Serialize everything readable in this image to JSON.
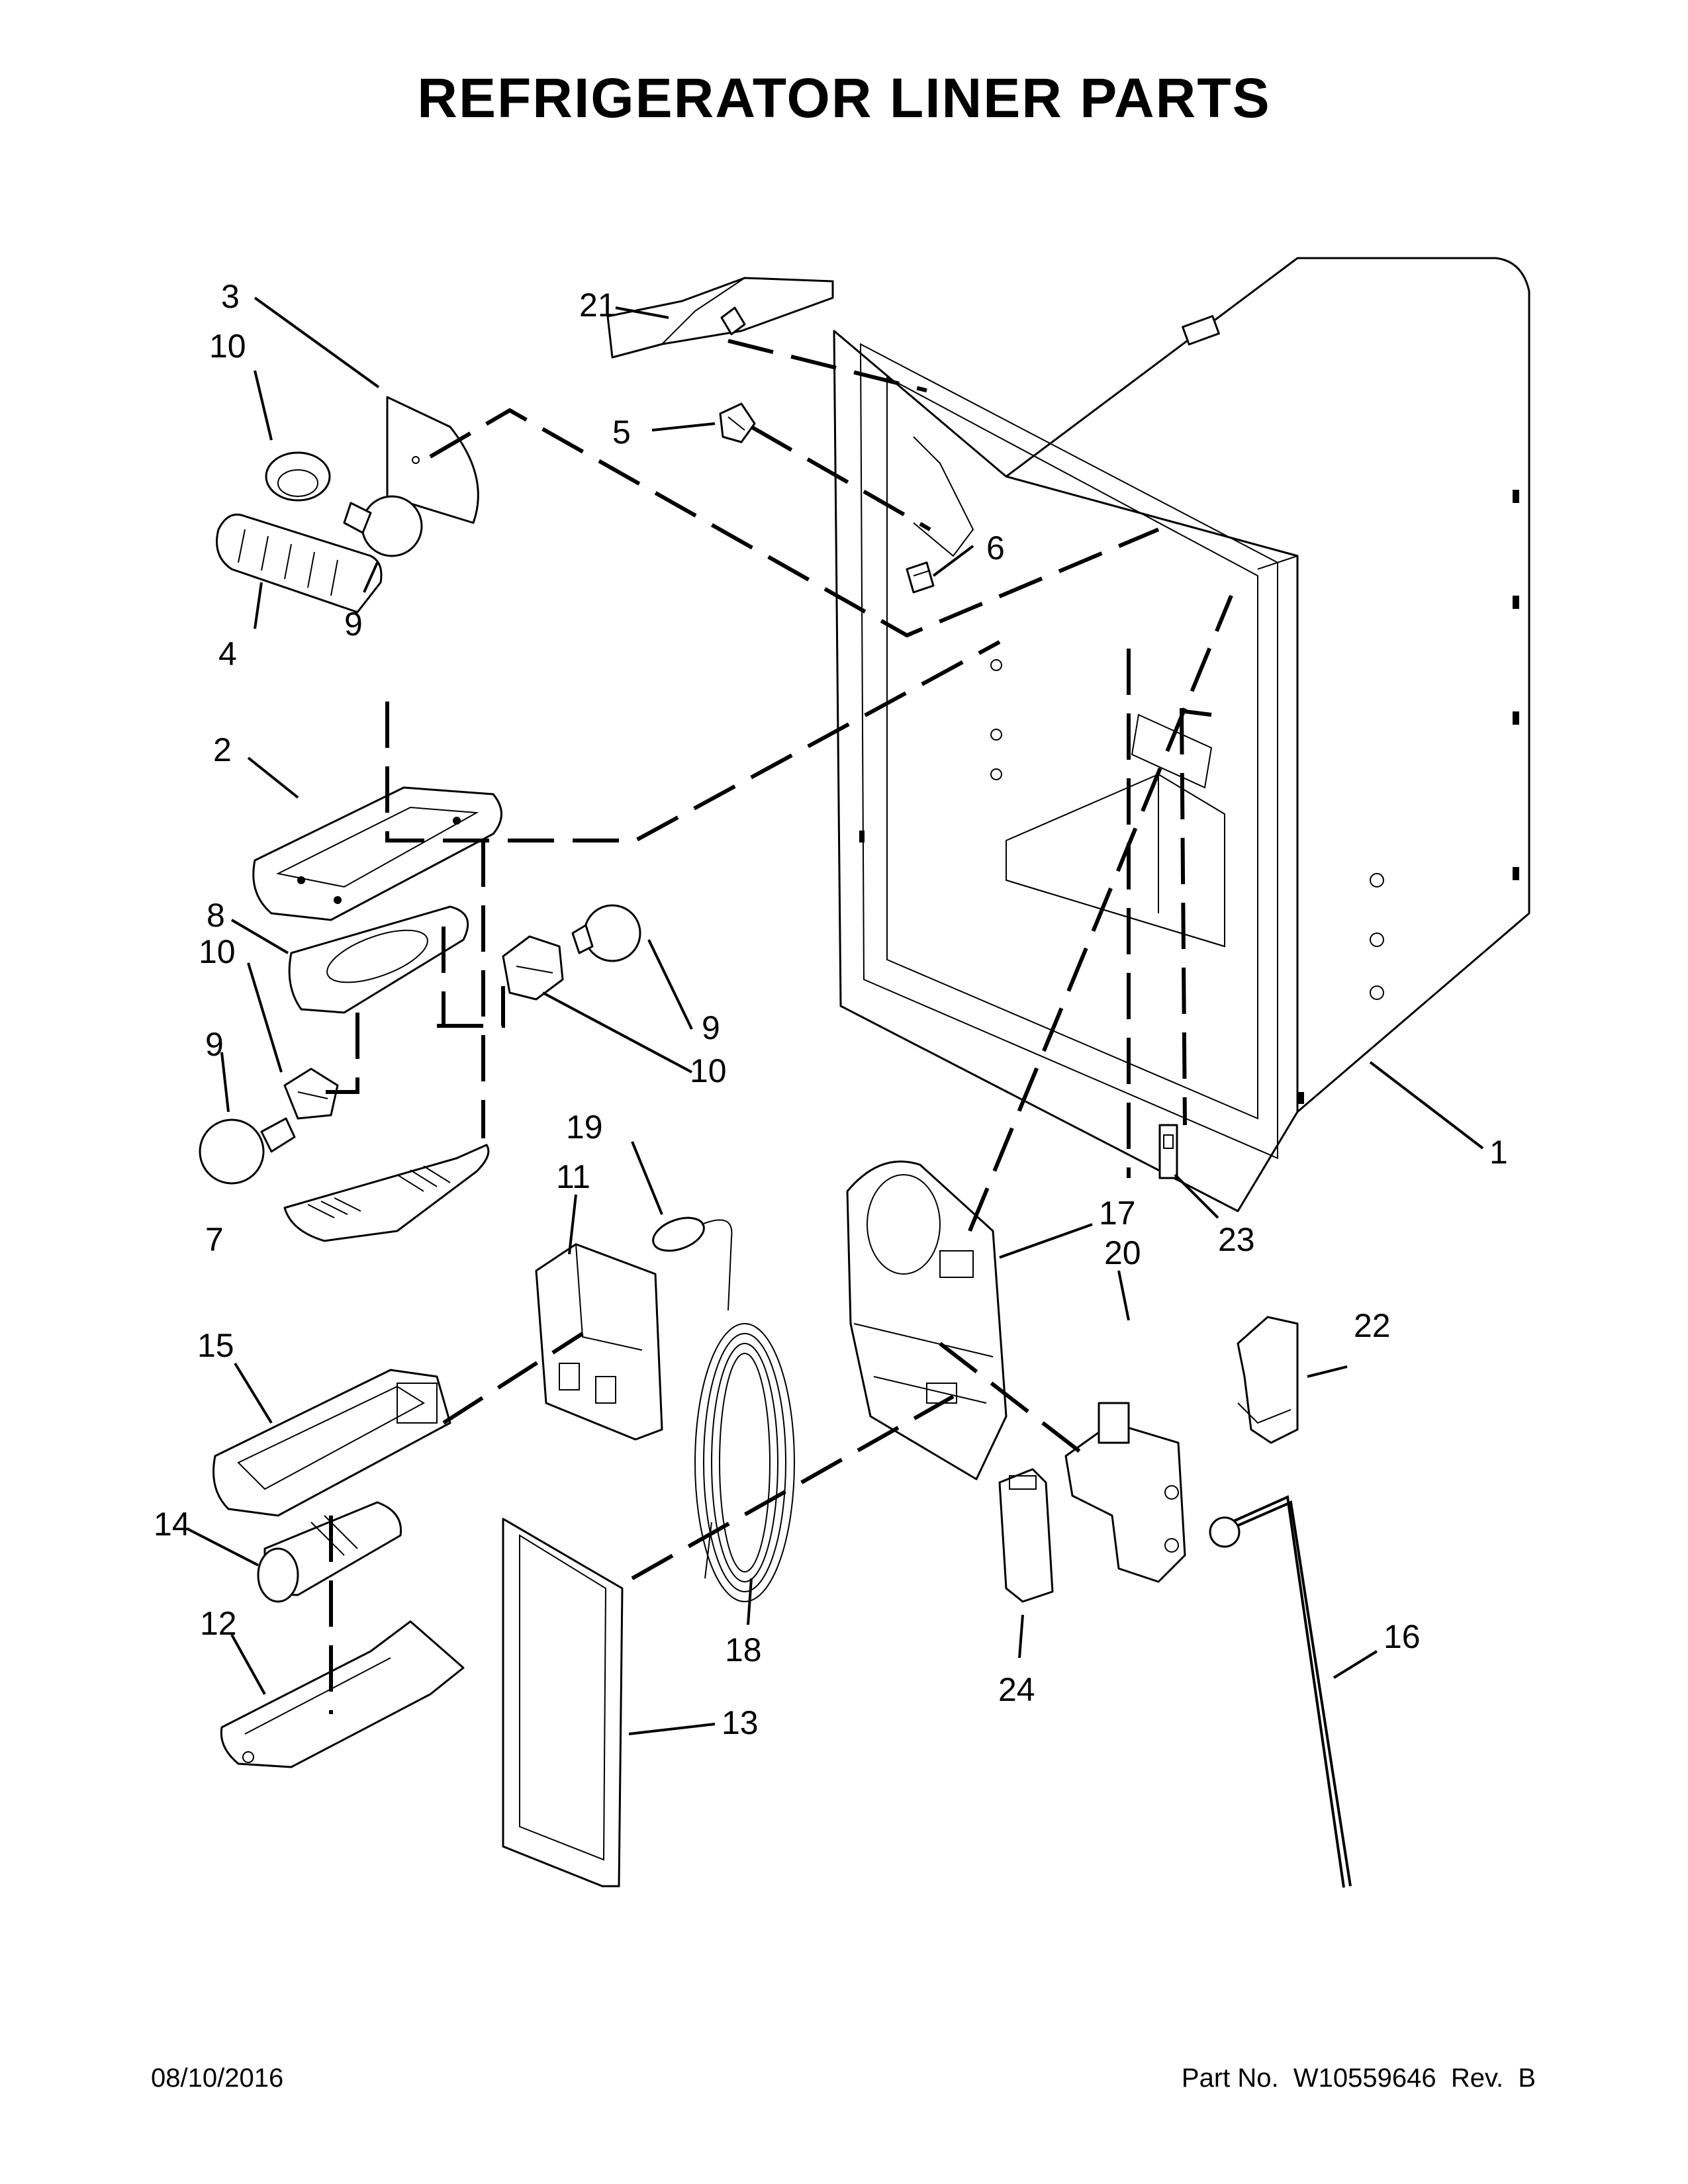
{
  "header": {
    "title": "REFRIGERATOR LINER PARTS"
  },
  "footer": {
    "date": "08/10/2016",
    "part_number": "Part No.  W10559646  Rev.  B"
  },
  "callouts": [
    {
      "id": "c1",
      "label": "1"
    },
    {
      "id": "c2",
      "label": "2"
    },
    {
      "id": "c3",
      "label": "3"
    },
    {
      "id": "c4",
      "label": "4"
    },
    {
      "id": "c5",
      "label": "5"
    },
    {
      "id": "c6",
      "label": "6"
    },
    {
      "id": "c7",
      "label": "7"
    },
    {
      "id": "c8",
      "label": "8"
    },
    {
      "id": "c9a",
      "label": "9"
    },
    {
      "id": "c9b",
      "label": "9"
    },
    {
      "id": "c9c",
      "label": "9"
    },
    {
      "id": "c10a",
      "label": "10"
    },
    {
      "id": "c10b",
      "label": "10"
    },
    {
      "id": "c10c",
      "label": "10"
    },
    {
      "id": "c11",
      "label": "11"
    },
    {
      "id": "c12",
      "label": "12"
    },
    {
      "id": "c13",
      "label": "13"
    },
    {
      "id": "c14",
      "label": "14"
    },
    {
      "id": "c15",
      "label": "15"
    },
    {
      "id": "c16",
      "label": "16"
    },
    {
      "id": "c17",
      "label": "17"
    },
    {
      "id": "c18",
      "label": "18"
    },
    {
      "id": "c19",
      "label": "19"
    },
    {
      "id": "c20",
      "label": "20"
    },
    {
      "id": "c21",
      "label": "21"
    },
    {
      "id": "c22",
      "label": "22"
    },
    {
      "id": "c23",
      "label": "23"
    },
    {
      "id": "c24",
      "label": "24"
    }
  ]
}
